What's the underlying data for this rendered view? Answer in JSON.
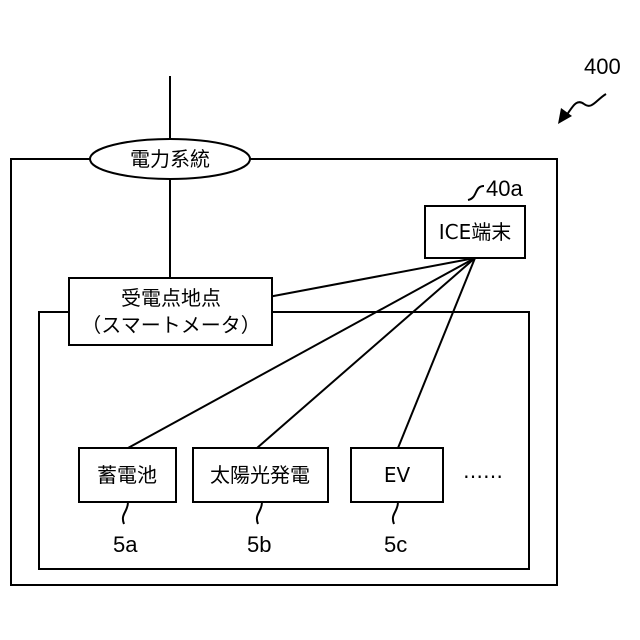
{
  "figure_ref": "400",
  "nodes": {
    "grid": {
      "label": "電力系統"
    },
    "ice": {
      "label": "ICE端末",
      "ref": "40a"
    },
    "receiving": {
      "label_line1": "受電点地点",
      "label_line2": "（スマートメータ）"
    },
    "battery": {
      "label": "蓄電池",
      "ref": "5a"
    },
    "solar": {
      "label": "太陽光発電",
      "ref": "5b"
    },
    "ev": {
      "label": "EV",
      "ref": "5c"
    },
    "more": {
      "label": "……"
    }
  },
  "colors": {
    "line": "#000000",
    "background": "#ffffff"
  }
}
